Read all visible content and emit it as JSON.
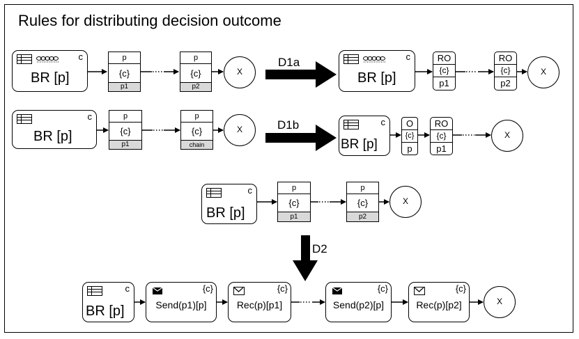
{
  "title": "Rules for distributing decision outcome",
  "rule_labels": {
    "d1a": "D1a",
    "d1b": "D1b",
    "d2": "D2"
  },
  "br_label": "BR [p]",
  "c_label": "c",
  "cond": "{c}",
  "end_label": "X",
  "row1_left": {
    "t1_top": "p",
    "t1_bottom": "p1",
    "t2_top": "p",
    "t2_bottom": "p2"
  },
  "row1_right": {
    "t1_top": "RO",
    "t1_bottom": "p1",
    "t2_top": "RO",
    "t2_bottom": "p2"
  },
  "row2_left": {
    "t1_top": "p",
    "t1_bottom": "p1",
    "t2_top": "p",
    "t2_bottom": "chain"
  },
  "row2_right": {
    "t1_top": "O",
    "t1_bottom": "p",
    "t2_top": "RO",
    "t2_bottom": "p1"
  },
  "row3": {
    "t1_top": "p",
    "t1_bottom": "p1",
    "t2_top": "p",
    "t2_bottom": "p2"
  },
  "row4": {
    "send1": "Send(p1)[p]",
    "rec1": "Rec(p)[p1]",
    "send2": "Send(p2)[p]",
    "rec2": "Rec(p)[p2]"
  }
}
